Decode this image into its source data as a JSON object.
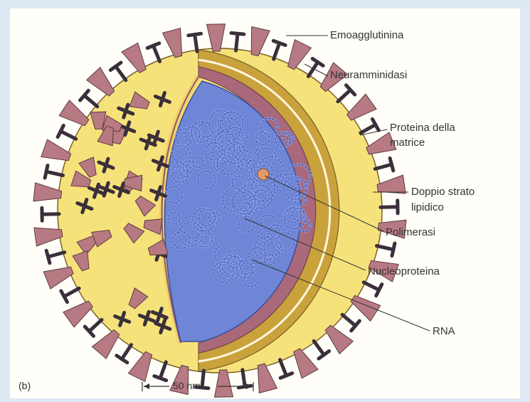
{
  "figure_tag": "(b)",
  "scale_bar": {
    "label": "50 nm"
  },
  "labels": [
    {
      "id": "emoagglutinina",
      "text": "Emoagglutinina"
    },
    {
      "id": "neuramminidasi",
      "text": "Neuramminidasi"
    },
    {
      "id": "proteina-matrice-1",
      "text": "Proteina della"
    },
    {
      "id": "proteina-matrice-2",
      "text": "matrice"
    },
    {
      "id": "doppio-strato-1",
      "text": "Doppio strato"
    },
    {
      "id": "doppio-strato-2",
      "text": "lipidico"
    },
    {
      "id": "polimerasi",
      "text": "Polimerasi"
    },
    {
      "id": "nucleoproteina",
      "text": "Nucleoproteina"
    },
    {
      "id": "rna",
      "text": "RNA"
    }
  ],
  "colors": {
    "background": "#dfe9f4",
    "panel": "#fffef8",
    "cytoplasm": "#f6e27a",
    "membrane_gold": "#c9a23b",
    "matrix_maroon": "#8c5a6a",
    "core_blue": "#6f86d6",
    "spike": "#b77a82",
    "neuraminidase": "#3a2f3a"
  }
}
